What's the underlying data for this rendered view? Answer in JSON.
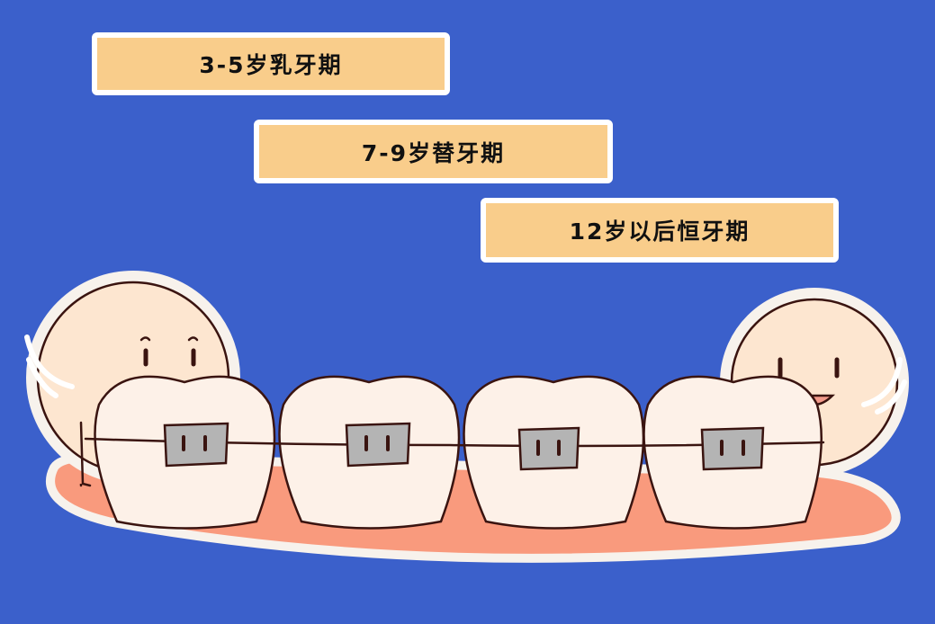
{
  "labels": [
    {
      "text": "3-5岁乳牙期"
    },
    {
      "text": "7-9岁替牙期"
    },
    {
      "text": "12岁以后恒牙期"
    }
  ],
  "colors": {
    "background": "#3b60cb",
    "label_fill": "#f9cd8b",
    "gum": "#f99a7d",
    "tooth": "#fdf1e8",
    "bracket": "#b4b4b4"
  }
}
